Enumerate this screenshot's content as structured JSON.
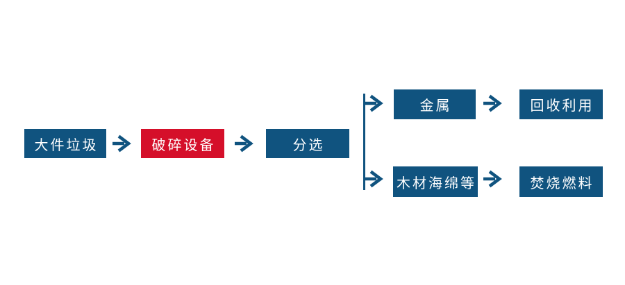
{
  "diagram": {
    "type": "flowchart",
    "background": "#ffffff",
    "colors": {
      "node_blue": "#10537F",
      "node_red": "#D50F2A",
      "arrow_blue": "#10537F",
      "node_text": "#ffffff"
    },
    "nodes": {
      "bulky_waste": {
        "label": "大件垃圾",
        "color": "blue"
      },
      "crushing_equipment": {
        "label": "破碎设备",
        "color": "red"
      },
      "sorting": {
        "label": "分选",
        "color": "blue"
      },
      "metal": {
        "label": "金属",
        "color": "blue"
      },
      "recycling": {
        "label": "回收利用",
        "color": "blue"
      },
      "wood_sponge_etc": {
        "label": "木材海绵等",
        "color": "blue"
      },
      "incineration_fuel": {
        "label": "焚烧燃料",
        "color": "blue"
      }
    },
    "edges": [
      {
        "from": "bulky_waste",
        "to": "crushing_equipment"
      },
      {
        "from": "crushing_equipment",
        "to": "sorting"
      },
      {
        "from": "sorting",
        "to": "metal"
      },
      {
        "from": "sorting",
        "to": "wood_sponge_etc"
      },
      {
        "from": "metal",
        "to": "recycling"
      },
      {
        "from": "wood_sponge_etc",
        "to": "incineration_fuel"
      }
    ]
  }
}
